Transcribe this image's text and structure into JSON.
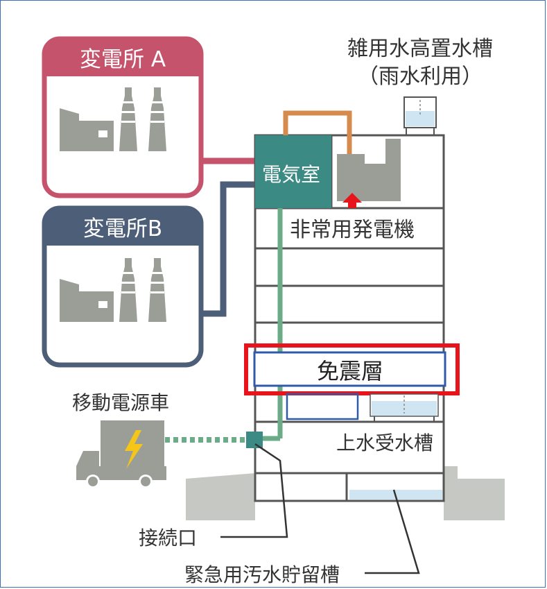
{
  "colors": {
    "frame_border": "#3b6fb6",
    "substation_a": "#c4536b",
    "substation_b": "#4d5e78",
    "electrical_room": "#3b8a84",
    "conduit_green": "#6bab87",
    "water_pipe": "#d58b4e",
    "building_outline": "#555555",
    "icon_gray": "#9a9e97",
    "ground": "#c6c8c3",
    "water": "#cfe6f2",
    "highlight_red": "#e8141c",
    "highlight_blue": "#2e5aa8",
    "arrow_red": "#e8141c"
  },
  "labels": {
    "substation_a": "変電所 A",
    "substation_b": "変電所B",
    "rain_tank_line1": "雑用水高置水槽",
    "rain_tank_line2": "（雨水利用）",
    "electrical_room": "電気室",
    "emergency_generator": "非常用発電機",
    "seismic_layer": "免震層",
    "mobile_power_vehicle": "移動電源車",
    "water_receiving_tank": "上水受水槽",
    "connection_port": "接続口",
    "emergency_sewage_tank": "緊急用汚水貯留槽"
  },
  "icons": {
    "factory": "factory-icon",
    "lightning": "lightning-bolt-icon",
    "truck": "truck-icon",
    "arrow": "arrow-up-icon"
  }
}
